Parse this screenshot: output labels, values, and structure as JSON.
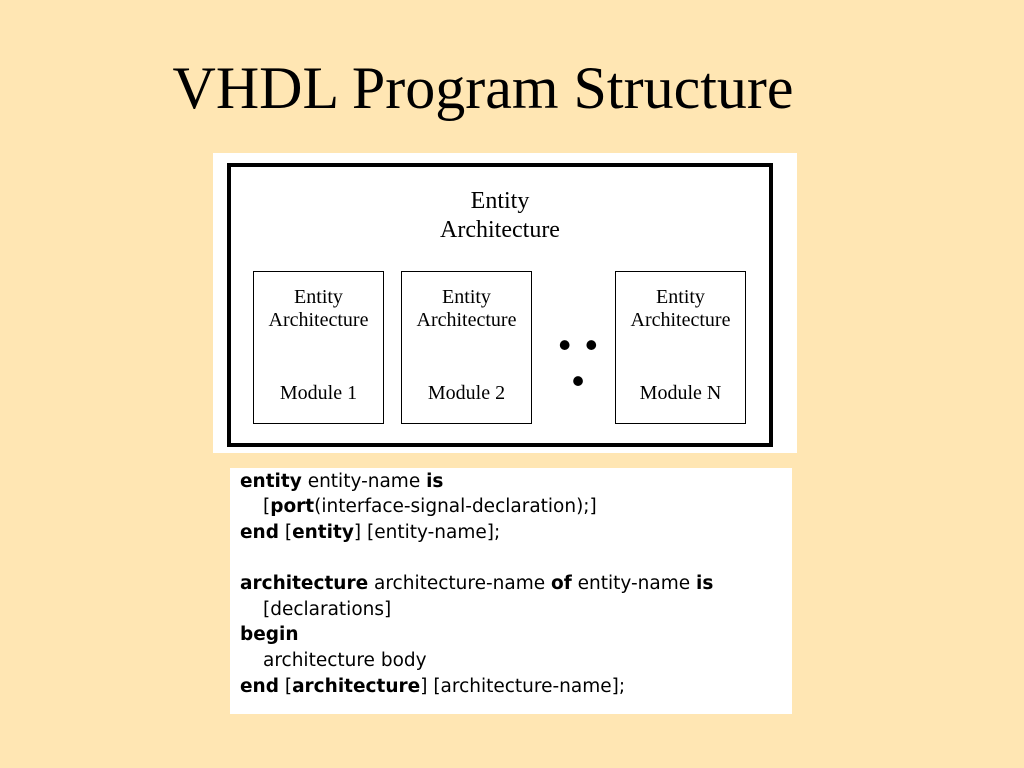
{
  "slide": {
    "title": "VHDL Program Structure"
  },
  "diagram": {
    "outer": {
      "line1": "Entity",
      "line2": "Architecture"
    },
    "modules": [
      {
        "line1": "Entity",
        "line2": "Architecture",
        "name": "Module 1"
      },
      {
        "line1": "Entity",
        "line2": "Architecture",
        "name": "Module 2"
      },
      {
        "line1": "Entity",
        "line2": "Architecture",
        "name": "Module N"
      }
    ],
    "ellipsis": "• • •"
  },
  "code": {
    "entity_kw": "entity",
    "entity_name": " entity-name ",
    "is_kw": "is",
    "port_open": "[",
    "port_kw": "port",
    "port_rest": "(interface-signal-declaration);]",
    "end_kw": "end",
    "end_entity_open": " [",
    "end_entity_kw": "entity",
    "end_entity_rest": "] [entity-name];",
    "arch_kw": "architecture",
    "arch_name": " architecture-name ",
    "of_kw": "of",
    "of_entity_name": " entity-name ",
    "arch_is_kw": "is",
    "declarations": "[declarations]",
    "begin_kw": "begin",
    "arch_body": "architecture body",
    "end2_kw": "end",
    "end_arch_open": " [",
    "end_arch_kw": "architecture",
    "end_arch_rest": "] [architecture-name];"
  }
}
